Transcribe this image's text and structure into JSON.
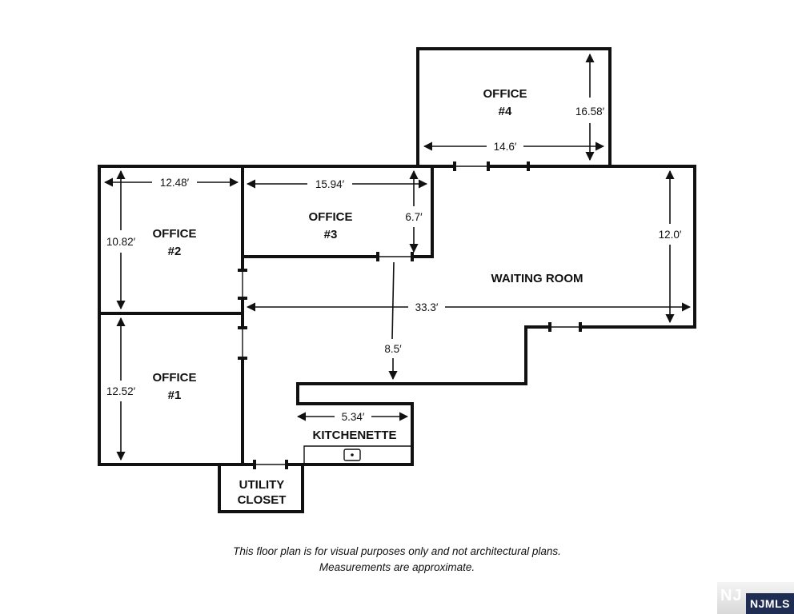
{
  "rooms": {
    "office4": {
      "name": "OFFICE",
      "number": "#4"
    },
    "office3": {
      "name": "OFFICE",
      "number": "#3"
    },
    "office2": {
      "name": "OFFICE",
      "number": "#2"
    },
    "office1": {
      "name": "OFFICE",
      "number": "#1"
    },
    "waiting": {
      "name": "WAITING ROOM"
    },
    "kitchenette": {
      "name": "KITCHENETTE"
    },
    "utility": {
      "line1": "UTILITY",
      "line2": "CLOSET"
    }
  },
  "dimensions": {
    "office4_height": "16.58′",
    "office4_width": "14.6′",
    "office2_width": "12.48′",
    "office2_height": "10.82′",
    "office3_width": "15.94′",
    "office3_height": "6.7′",
    "waiting_height": "12.0′",
    "waiting_width": "33.3′",
    "hall_depth": "8.5′",
    "office1_height": "12.52′",
    "kitchenette_width": "5.34′"
  },
  "disclaimer": {
    "line1": "This floor plan is for visual purposes only and not architectural plans.",
    "line2": "Measurements are approximate."
  },
  "logo": {
    "text": "NJMLS"
  }
}
